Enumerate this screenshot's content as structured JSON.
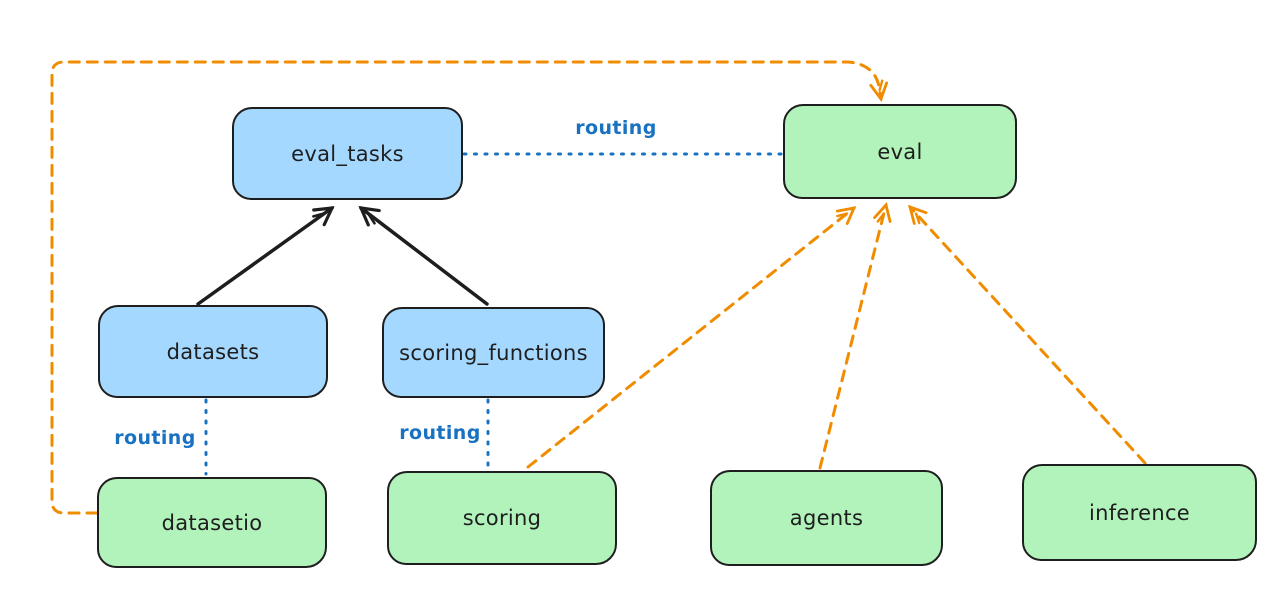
{
  "nodes": {
    "eval_tasks": {
      "label": "eval_tasks",
      "kind": "api-blue"
    },
    "datasets": {
      "label": "datasets",
      "kind": "api-blue"
    },
    "scoring_functions": {
      "label": "scoring_functions",
      "kind": "api-blue"
    },
    "eval": {
      "label": "eval",
      "kind": "provider-green"
    },
    "datasetio": {
      "label": "datasetio",
      "kind": "provider-green"
    },
    "scoring": {
      "label": "scoring",
      "kind": "provider-green"
    },
    "agents": {
      "label": "agents",
      "kind": "provider-green"
    },
    "inference": {
      "label": "inference",
      "kind": "provider-green"
    }
  },
  "edges": [
    {
      "from": "datasets",
      "to": "eval_tasks",
      "style": "solid",
      "color": "#1e1e1e",
      "arrow": true,
      "label": ""
    },
    {
      "from": "scoring_functions",
      "to": "eval_tasks",
      "style": "solid",
      "color": "#1e1e1e",
      "arrow": true,
      "label": ""
    },
    {
      "from": "eval_tasks",
      "to": "eval",
      "style": "dotted",
      "color": "#1971c2",
      "arrow": false,
      "label": "routing"
    },
    {
      "from": "datasets",
      "to": "datasetio",
      "style": "dotted",
      "color": "#1971c2",
      "arrow": false,
      "label": "routing"
    },
    {
      "from": "scoring_functions",
      "to": "scoring",
      "style": "dotted",
      "color": "#1971c2",
      "arrow": false,
      "label": "routing"
    },
    {
      "from": "datasetio",
      "to": "eval",
      "style": "dashed",
      "color": "#f08c00",
      "arrow": true,
      "label": ""
    },
    {
      "from": "scoring",
      "to": "eval",
      "style": "dashed",
      "color": "#f08c00",
      "arrow": true,
      "label": ""
    },
    {
      "from": "agents",
      "to": "eval",
      "style": "dashed",
      "color": "#f08c00",
      "arrow": true,
      "label": ""
    },
    {
      "from": "inference",
      "to": "eval",
      "style": "dashed",
      "color": "#f08c00",
      "arrow": true,
      "label": ""
    }
  ],
  "edge_labels": {
    "routing_eval_tasks_eval": "routing",
    "routing_datasets_datasetio": "routing",
    "routing_scoring_functions_scoring": "routing"
  },
  "colors": {
    "api_fill_blue": "#a5d8ff",
    "provider_fill_green": "#b2f2bb",
    "node_stroke": "#1e1e1e",
    "routing_blue": "#1971c2",
    "provider_orange": "#f08c00",
    "background": "#ffffff"
  }
}
